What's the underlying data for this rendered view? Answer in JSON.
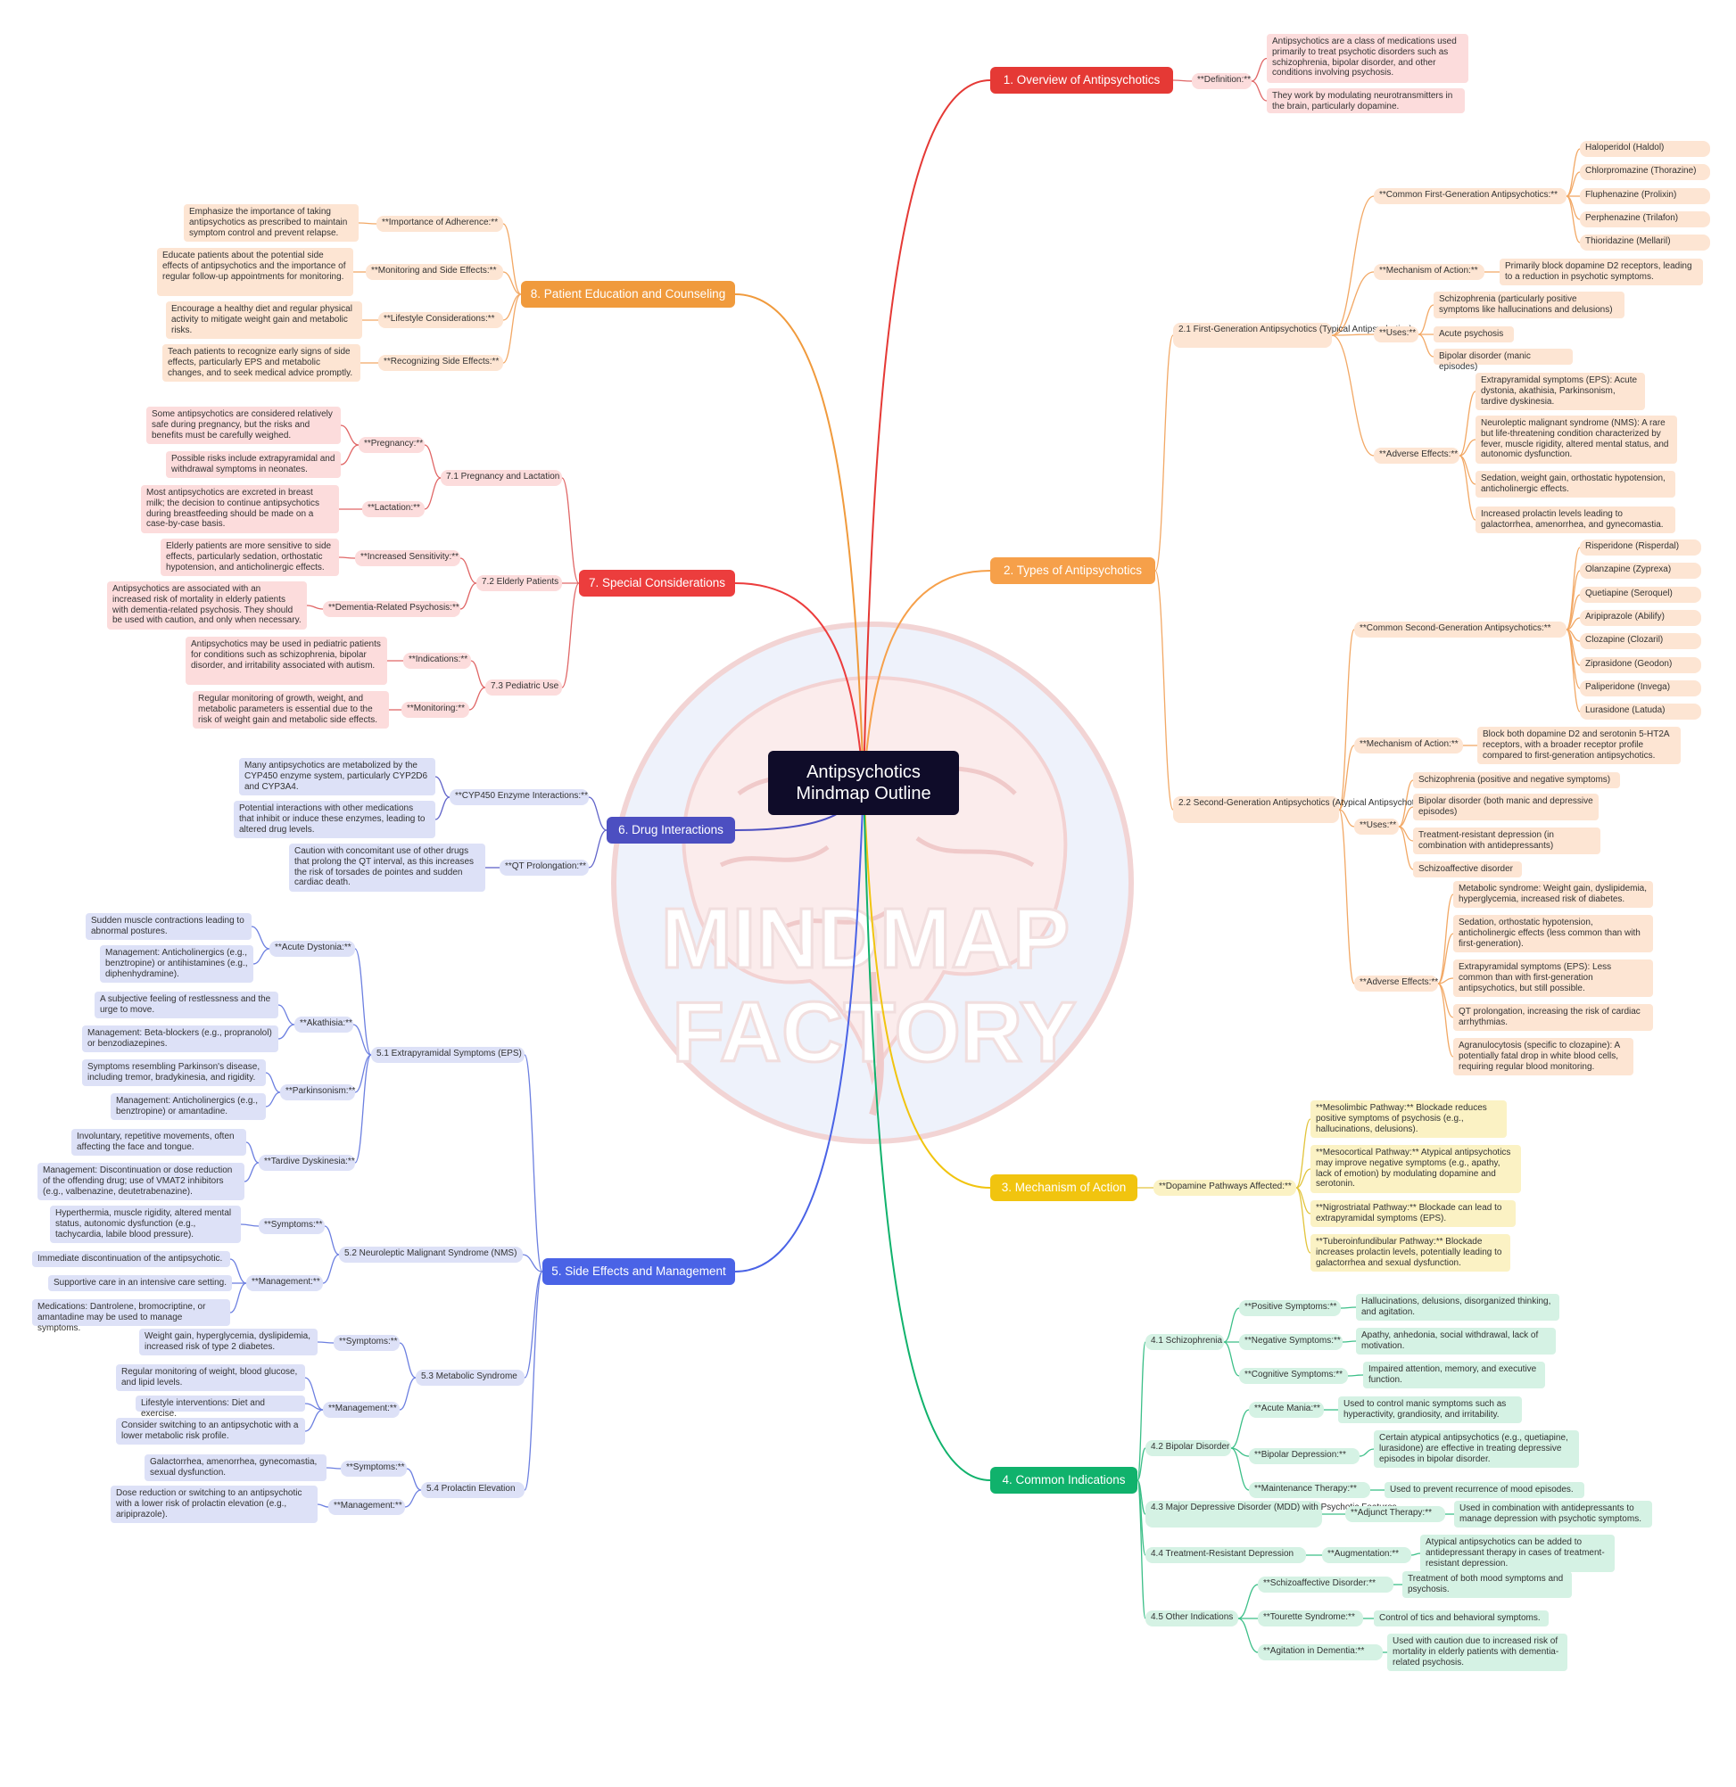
{
  "colors": {
    "c1": {
      "main": "#e53935",
      "light": "#fcdcdc",
      "line": "#e06666"
    },
    "c2": {
      "main": "#f6a04a",
      "light": "#fde5d3",
      "line": "#f2a865"
    },
    "c3": {
      "main": "#f1c40f",
      "light": "#fbf2c4",
      "line": "#e2c43c"
    },
    "c4": {
      "main": "#10b26c",
      "light": "#d5f2e4",
      "line": "#3cbf88"
    },
    "c5": {
      "main": "#4a63e6",
      "light": "#dde1f7",
      "line": "#6c7fe0"
    },
    "c6": {
      "main": "#4c4fc1",
      "light": "#dde1f7",
      "line": "#6063c9"
    },
    "c7": {
      "main": "#ec3d3d",
      "light": "#fcdcdc",
      "line": "#e06666"
    },
    "c8": {
      "main": "#f09a3c",
      "light": "#fde5d3",
      "line": "#f2a865"
    }
  },
  "watermark": {
    "line1": "MINDMAP",
    "line2": "FACTORY"
  },
  "root": {
    "title": "Antipsychotics Mindmap Outline"
  },
  "branches": {
    "b1": {
      "label": "1. Overview of Antipsychotics",
      "definition": "**Definition:**",
      "def_text_1": "Antipsychotics are a class of medications used primarily to treat psychotic disorders such as schizophrenia, bipolar disorder, and other conditions involving psychosis.",
      "def_text_2": "They work by modulating neurotransmitters in the brain, particularly dopamine."
    },
    "b2": {
      "label": "2. Types of Antipsychotics",
      "fga": {
        "label": "2.1 First-Generation Antipsychotics (Typical Antipsychotics)",
        "common": "**Common First-Generation Antipsychotics:**",
        "drugs": [
          "Haloperidol (Haldol)",
          "Chlorpromazine (Thorazine)",
          "Fluphenazine (Prolixin)",
          "Perphenazine (Trilafon)",
          "Thioridazine (Mellaril)"
        ],
        "moa": "**Mechanism of Action:**",
        "moa_text": "Primarily block dopamine D2 receptors, leading to a reduction in psychotic symptoms.",
        "uses": "**Uses:**",
        "uses_items": [
          "Schizophrenia (particularly positive symptoms like hallucinations and delusions)",
          "Acute psychosis",
          "Bipolar disorder (manic episodes)"
        ],
        "adverse": "**Adverse Effects:**",
        "adverse_items": [
          "Extrapyramidal symptoms (EPS): Acute dystonia, akathisia, Parkinsonism, tardive dyskinesia.",
          "Neuroleptic malignant syndrome (NMS): A rare but life-threatening condition characterized by fever, muscle rigidity, altered mental status, and autonomic dysfunction.",
          "Sedation, weight gain, orthostatic hypotension, anticholinergic effects.",
          "Increased prolactin levels leading to galactorrhea, amenorrhea, and gynecomastia."
        ]
      },
      "sga": {
        "label": "2.2 Second-Generation Antipsychotics (Atypical Antipsychotics)",
        "common": "**Common Second-Generation Antipsychotics:**",
        "drugs": [
          "Risperidone (Risperdal)",
          "Olanzapine (Zyprexa)",
          "Quetiapine (Seroquel)",
          "Aripiprazole (Abilify)",
          "Clozapine (Clozaril)",
          "Ziprasidone (Geodon)",
          "Paliperidone (Invega)",
          "Lurasidone (Latuda)"
        ],
        "moa": "**Mechanism of Action:**",
        "moa_text": "Block both dopamine D2 and serotonin 5-HT2A receptors, with a broader receptor profile compared to first-generation antipsychotics.",
        "uses": "**Uses:**",
        "uses_items": [
          "Schizophrenia (positive and negative symptoms)",
          "Bipolar disorder (both manic and depressive episodes)",
          "Treatment-resistant depression (in combination with antidepressants)",
          "Schizoaffective disorder"
        ],
        "adverse": "**Adverse Effects:**",
        "adverse_items": [
          "Metabolic syndrome: Weight gain, dyslipidemia, hyperglycemia, increased risk of diabetes.",
          "Sedation, orthostatic hypotension, anticholinergic effects (less common than with first-generation).",
          "Extrapyramidal symptoms (EPS): Less common than with first-generation antipsychotics, but still possible.",
          "QT prolongation, increasing the risk of cardiac arrhythmias.",
          "Agranulocytosis (specific to clozapine): A potentially fatal drop in white blood cells, requiring regular blood monitoring."
        ]
      }
    },
    "b3": {
      "label": "3. Mechanism of Action",
      "dopamine": "**Dopamine Pathways Affected:**",
      "items": [
        "**Mesolimbic Pathway:** Blockade reduces positive symptoms of psychosis (e.g., hallucinations, delusions).",
        "**Mesocortical Pathway:** Atypical antipsychotics may improve negative symptoms (e.g., apathy, lack of emotion) by modulating dopamine and serotonin.",
        "**Nigrostriatal Pathway:** Blockade can lead to extrapyramidal symptoms (EPS).",
        "**Tuberoinfundibular Pathway:** Blockade increases prolactin levels, potentially leading to galactorrhea and sexual dysfunction."
      ]
    },
    "b4": {
      "label": "4. Common Indications",
      "schizo": {
        "label": "4.1 Schizophrenia",
        "pos": "**Positive Symptoms:**",
        "pos_text": "Hallucinations, delusions, disorganized thinking, and agitation.",
        "neg": "**Negative Symptoms:**",
        "neg_text": "Apathy, anhedonia, social withdrawal, lack of motivation.",
        "cog": "**Cognitive Symptoms:**",
        "cog_text": "Impaired attention, memory, and executive function."
      },
      "bipolar": {
        "label": "4.2 Bipolar Disorder",
        "mania": "**Acute Mania:**",
        "mania_text": "Used to control manic symptoms such as hyperactivity, grandiosity, and irritability.",
        "dep": "**Bipolar Depression:**",
        "dep_text": "Certain atypical antipsychotics (e.g., quetiapine, lurasidone) are effective in treating depressive episodes in bipolar disorder.",
        "maint": "**Maintenance Therapy:**",
        "maint_text": "Used to prevent recurrence of mood episodes."
      },
      "mdd": {
        "label": "4.3 Major Depressive Disorder (MDD) with Psychotic Features",
        "adj": "**Adjunct Therapy:**",
        "adj_text": "Used in combination with antidepressants to manage depression with psychotic symptoms."
      },
      "trd": {
        "label": "4.4 Treatment-Resistant Depression",
        "aug": "**Augmentation:**",
        "aug_text": "Atypical antipsychotics can be added to antidepressant therapy in cases of treatment-resistant depression."
      },
      "other": {
        "label": "4.5 Other Indications",
        "sad": "**Schizoaffective Disorder:**",
        "sad_text": "Treatment of both mood symptoms and psychosis.",
        "tour": "**Tourette Syndrome:**",
        "tour_text": "Control of tics and behavioral symptoms.",
        "dem": "**Agitation in Dementia:**",
        "dem_text": "Used with caution due to increased risk of mortality in elderly patients with dementia-related psychosis."
      }
    },
    "b5": {
      "label": "5. Side Effects and Management",
      "eps": {
        "label": "5.1 Extrapyramidal Symptoms (EPS)",
        "dys": "**Acute Dystonia:**",
        "dys_1": "Sudden muscle contractions leading to abnormal postures.",
        "dys_2": "Management: Anticholinergics (e.g., benztropine) or antihistamines (e.g., diphenhydramine).",
        "aka": "**Akathisia:**",
        "aka_1": "A subjective feeling of restlessness and the urge to move.",
        "aka_2": "Management: Beta-blockers (e.g., propranolol) or benzodiazepines.",
        "park": "**Parkinsonism:**",
        "park_1": "Symptoms resembling Parkinson's disease, including tremor, bradykinesia, and rigidity.",
        "park_2": "Management: Anticholinergics (e.g., benztropine) or amantadine.",
        "td": "**Tardive Dyskinesia:**",
        "td_1": "Involuntary, repetitive movements, often affecting the face and tongue.",
        "td_2": "Management: Discontinuation or dose reduction of the offending drug; use of VMAT2 inhibitors (e.g., valbenazine, deutetrabenazine)."
      },
      "nms": {
        "label": "5.2 Neuroleptic Malignant Syndrome (NMS)",
        "sym": "**Symptoms:**",
        "sym_text": "Hyperthermia, muscle rigidity, altered mental status, autonomic dysfunction (e.g., tachycardia, labile blood pressure).",
        "man": "**Management:**",
        "man_1": "Immediate discontinuation of the antipsychotic.",
        "man_2": "Supportive care in an intensive care setting.",
        "man_3": "Medications: Dantrolene, bromocriptine, or amantadine may be used to manage symptoms."
      },
      "met": {
        "label": "5.3 Metabolic Syndrome",
        "sym": "**Symptoms:**",
        "sym_text": "Weight gain, hyperglycemia, dyslipidemia, increased risk of type 2 diabetes.",
        "man": "**Management:**",
        "man_1": "Regular monitoring of weight, blood glucose, and lipid levels.",
        "man_2": "Lifestyle interventions: Diet and exercise.",
        "man_3": "Consider switching to an antipsychotic with a lower metabolic risk profile."
      },
      "pro": {
        "label": "5.4 Prolactin Elevation",
        "sym": "**Symptoms:**",
        "sym_text": "Galactorrhea, amenorrhea, gynecomastia, sexual dysfunction.",
        "man": "**Management:**",
        "man_text": "Dose reduction or switching to an antipsychotic with a lower risk of prolactin elevation (e.g., aripiprazole)."
      }
    },
    "b6": {
      "label": "6. Drug Interactions",
      "cyp": "**CYP450 Enzyme Interactions:**",
      "cyp_1": "Many antipsychotics are metabolized by the CYP450 enzyme system, particularly CYP2D6 and CYP3A4.",
      "cyp_2": "Potential interactions with other medications that inhibit or induce these enzymes, leading to altered drug levels.",
      "qt": "**QT Prolongation:**",
      "qt_text": "Caution with concomitant use of other drugs that prolong the QT interval, as this increases the risk of torsades de pointes and sudden cardiac death."
    },
    "b7": {
      "label": "7. Special Considerations",
      "preg": {
        "label": "7.1 Pregnancy and Lactation",
        "p": "**Pregnancy:**",
        "p_1": "Some antipsychotics are considered relatively safe during pregnancy, but the risks and benefits must be carefully weighed.",
        "p_2": "Possible risks include extrapyramidal and withdrawal symptoms in neonates.",
        "l": "**Lactation:**",
        "l_text": "Most antipsychotics are excreted in breast milk; the decision to continue antipsychotics during breastfeeding should be made on a case-by-case basis."
      },
      "eld": {
        "label": "7.2 Elderly Patients",
        "sens": "**Increased Sensitivity:**",
        "sens_text": "Elderly patients are more sensitive to side effects, particularly sedation, orthostatic hypotension, and anticholinergic effects.",
        "dem": "**Dementia-Related Psychosis:**",
        "dem_text": "Antipsychotics are associated with an increased risk of mortality in elderly patients with dementia-related psychosis. They should be used with caution, and only when necessary."
      },
      "ped": {
        "label": "7.3 Pediatric Use",
        "ind": "**Indications:**",
        "ind_text": "Antipsychotics may be used in pediatric patients for conditions such as schizophrenia, bipolar disorder, and irritability associated with autism.",
        "mon": "**Monitoring:**",
        "mon_text": "Regular monitoring of growth, weight, and metabolic parameters is essential due to the risk of weight gain and metabolic side effects."
      }
    },
    "b8": {
      "label": "8. Patient Education and Counseling",
      "adh": "**Importance of Adherence:**",
      "adh_text": "Emphasize the importance of taking antipsychotics as prescribed to maintain symptom control and prevent relapse.",
      "mon": "**Monitoring and Side Effects:**",
      "mon_text": "Educate patients about the potential side effects of antipsychotics and the importance of regular follow-up appointments for monitoring.",
      "life": "**Lifestyle Considerations:**",
      "life_text": "Encourage a healthy diet and regular physical activity to mitigate weight gain and metabolic risks.",
      "rec": "**Recognizing Side Effects:**",
      "rec_text": "Teach patients to recognize early signs of side effects, particularly EPS and metabolic changes, and to seek medical advice promptly."
    }
  }
}
